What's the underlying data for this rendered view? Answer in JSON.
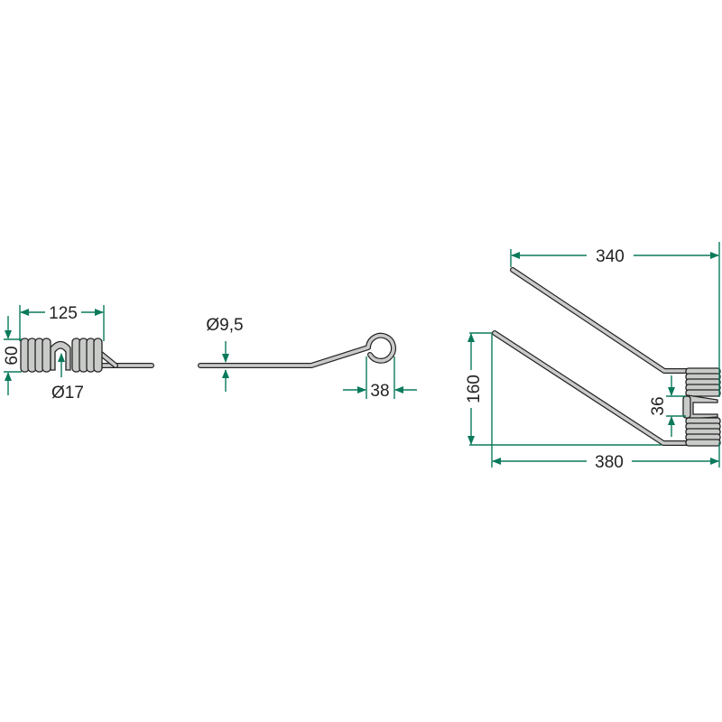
{
  "colors": {
    "dimension": "#0b7a5c",
    "part_fill": "#c9cbc9",
    "outline": "#222222"
  },
  "side_view": {
    "length": "125",
    "height": "60",
    "eye_diameter": "Ø17"
  },
  "rod_view": {
    "wire_diameter": "Ø9,5",
    "eye_offset": "38"
  },
  "front_view": {
    "upper_tine_length": "340",
    "overall_length": "380",
    "height": "160",
    "coil_gap": "36"
  }
}
